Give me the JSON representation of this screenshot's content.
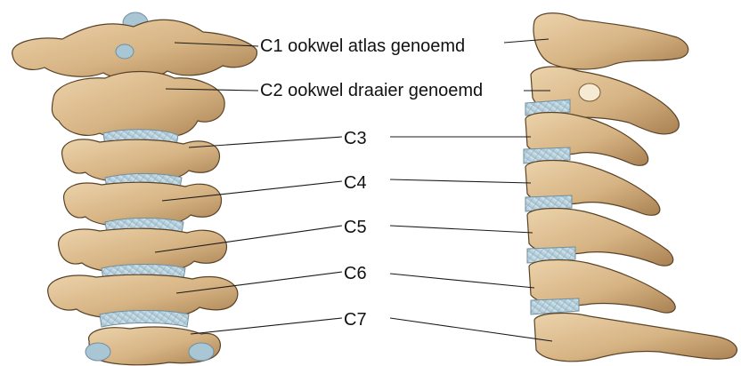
{
  "labels": {
    "c1": "C1 ookwel atlas genoemd",
    "c2": "C2 ookwel draaier genoemd",
    "c3": "C3",
    "c4": "C4",
    "c5": "C5",
    "c6": "C6",
    "c7": "C7"
  },
  "colors": {
    "bone": "#d9b98c",
    "bone_shadow": "#b08a5c",
    "disc": "#b9d3df",
    "text": "#111111",
    "line": "#1a1a1a"
  }
}
